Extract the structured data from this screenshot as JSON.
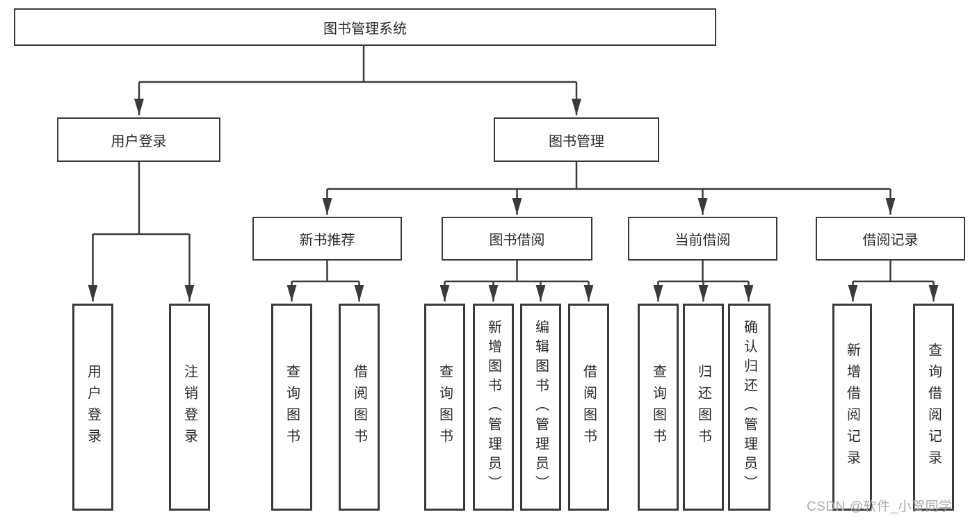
{
  "chart": {
    "root": {
      "label": "图书管理系统"
    },
    "level2": {
      "user_login": {
        "label": "用户登录"
      },
      "book_management": {
        "label": "图书管理"
      }
    },
    "level3": {
      "new_book_recommend": {
        "label": "新书推荐"
      },
      "book_borrowing": {
        "label": "图书借阅"
      },
      "current_borrowing": {
        "label": "当前借阅"
      },
      "borrowing_records": {
        "label": "借阅记录"
      }
    },
    "leaves": {
      "user_login": {
        "label": "用户登录"
      },
      "logout": {
        "label": "注销登录"
      },
      "query_books_recommend": {
        "label": "查询图书"
      },
      "borrow_books_recommend": {
        "label": "借阅图书"
      },
      "query_books_borrowing": {
        "label": "查询图书"
      },
      "add_books_admin": {
        "label": "新增图书（管理员）"
      },
      "edit_books_admin": {
        "label": "编辑图书（管理员）"
      },
      "borrow_books_borrowing": {
        "label": "借阅图书"
      },
      "query_books_current": {
        "label": "查询图书"
      },
      "return_books": {
        "label": "归还图书"
      },
      "confirm_return_admin": {
        "label": "确认归还（管理员）"
      },
      "add_borrow_record": {
        "label": "新增借阅记录"
      },
      "query_borrow_record": {
        "label": "查询借阅记录"
      }
    },
    "watermark": "CSDN @软件_小贺同学",
    "colors": {
      "line": "#3a3a3a",
      "text": "#2a2a2a",
      "watermark": "#ababab",
      "background": "#ffffff"
    }
  }
}
